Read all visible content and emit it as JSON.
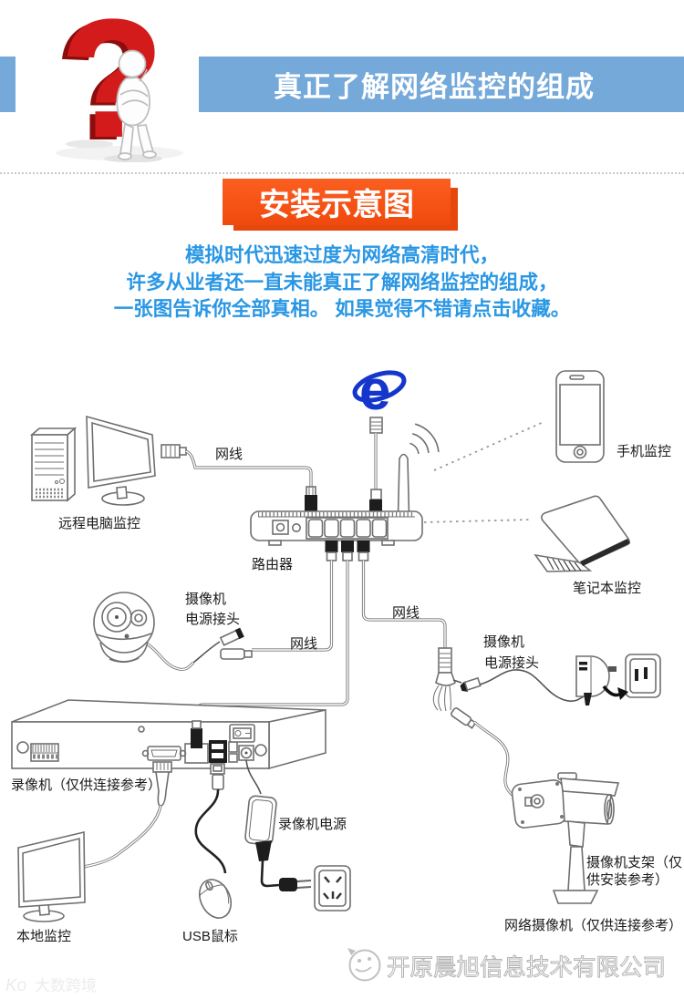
{
  "header": {
    "banner_title": "真正了解网络监控的组成",
    "question_mark": "?"
  },
  "badge": {
    "label": "安装示意图"
  },
  "intro": {
    "lines": [
      "模拟时代迅速过度为网络高清时代，",
      "许多从业者还一直未能真正了解网络监控的组成，",
      "一张图告诉你全部真相。 如果觉得不错请点击收藏。"
    ]
  },
  "ie": {
    "letter": "e"
  },
  "diagram": {
    "labels": {
      "cable_top": "网线",
      "remote_pc": "远程电脑监控",
      "router": "路由器",
      "phone": "手机监控",
      "laptop": "笔记本监控",
      "cam1_line1": "摄像机",
      "cam1_line2": "电源接头",
      "cable_mid": "网线",
      "cable_right": "网线",
      "cam2_line1": "摄像机",
      "cam2_line2": "电源接头",
      "dvr": "录像机（仅供连接参考）",
      "dvr_power": "录像机电源",
      "local_monitor": "本地监控",
      "usb_mouse": "USB鼠标",
      "bracket_line1": "摄像机支架（仅",
      "bracket_line2": "供安装参考）",
      "ip_camera": "网络摄像机（仅供连接参考）"
    }
  },
  "footer": {
    "company": "开原晨旭信息技术有限公司",
    "watermark_logo": "Ko",
    "watermark": "大数跨境"
  },
  "colors": {
    "banner_blue": "#74a9da",
    "badge_orange": "#f4500f",
    "intro_blue": "#2a97e4",
    "question_red": "#d01f1f",
    "ie_blue": "#1536cc"
  }
}
